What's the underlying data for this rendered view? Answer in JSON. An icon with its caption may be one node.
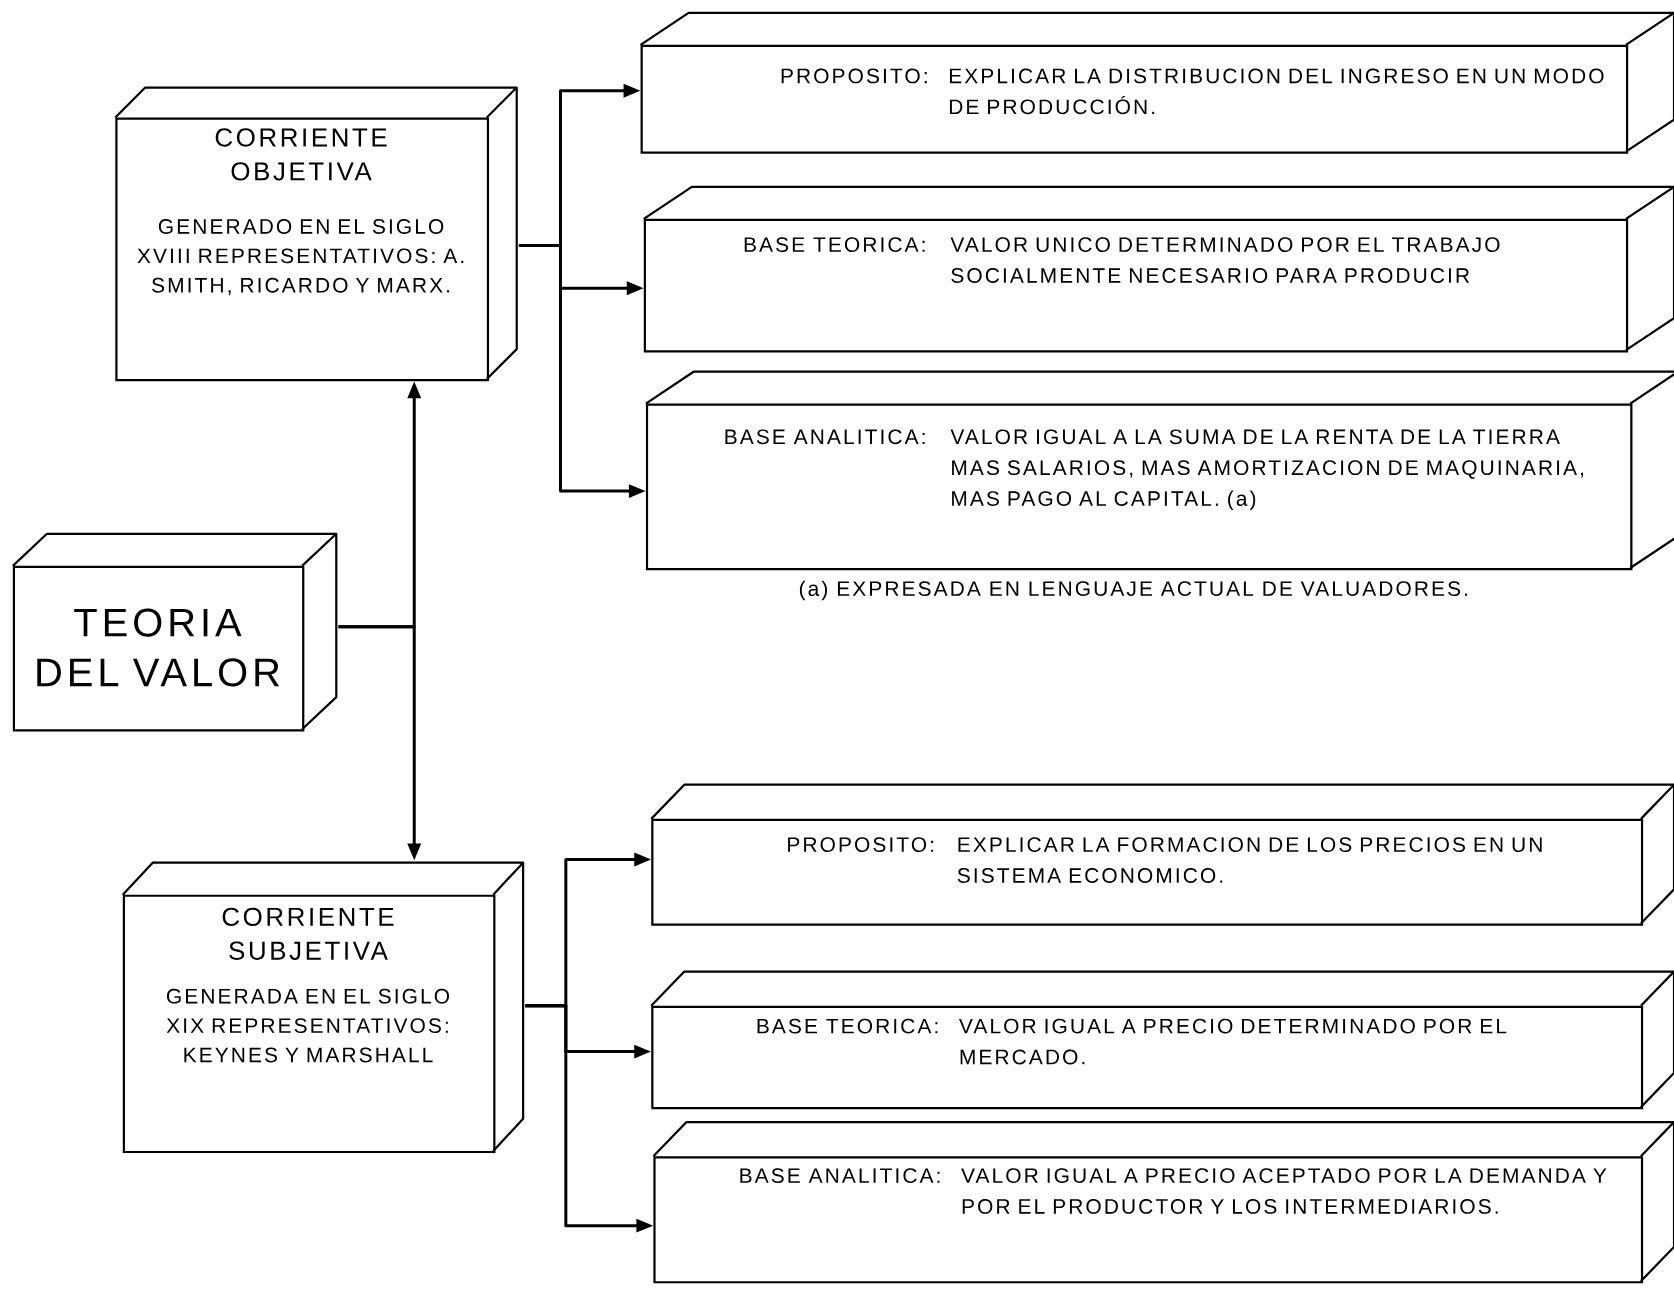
{
  "diagram": {
    "nodes": [
      {
        "text": [
          "TEORIA DEL VALOR"
        ]
      },
      {
        "text": [
          "CORRIENTE OBJETIVA",
          "GENERADO EN EL SIGLO XVIII REPRESENTATIVOS: A. SMITH, RICARDO Y MARX."
        ]
      },
      {
        "text": [
          "PROPOSITO:",
          "EXPLICAR LA DISTRIBUCION DEL INGRESO EN UN MODO DE PRODUCCIÓN."
        ]
      },
      {
        "text": [
          "BASE TEORICA:",
          "VALOR UNICO DETERMINADO POR EL TRABAJO SOCIALMENTE NECESARIO PARA PRODUCIR"
        ]
      },
      {
        "text": [
          "BASE ANALITICA:",
          "VALOR IGUAL A LA SUMA DE LA RENTA DE LA TIERRA MAS SALARIOS, MAS AMORTIZACION DE MAQUINARIA, MAS PAGO AL CAPITAL. (a)"
        ]
      },
      {
        "text": [
          "CORRIENTE SUBJETIVA",
          "GENERADA EN EL SIGLO XIX REPRESENTATIVOS: KEYNES Y MARSHALL"
        ]
      },
      {
        "text": [
          "PROPOSITO:",
          "EXPLICAR LA FORMACION DE LOS PRECIOS EN UN SISTEMA ECONOMICO."
        ]
      },
      {
        "text": [
          "BASE TEORICA:",
          "VALOR IGUAL A PRECIO DETERMINADO POR EL MERCADO."
        ]
      },
      {
        "text": [
          "BASE ANALITICA:",
          "VALOR IGUAL A PRECIO ACEPTADO POR LA DEMANDA Y POR EL PRODUCTOR Y LOS INTERMEDIARIOS."
        ]
      }
    ],
    "edges": [
      {
        "from": 0,
        "to": 1,
        "arrow": "to"
      },
      {
        "from": 0,
        "to": 5,
        "arrow": "to"
      },
      {
        "from": 1,
        "to": 2,
        "arrow": "to"
      },
      {
        "from": 1,
        "to": 3,
        "arrow": "to"
      },
      {
        "from": 1,
        "to": 4,
        "arrow": "to"
      },
      {
        "from": 5,
        "to": 6,
        "arrow": "to"
      },
      {
        "from": 5,
        "to": 7,
        "arrow": "to"
      },
      {
        "from": 5,
        "to": 8,
        "arrow": "to"
      }
    ],
    "labels": [
      "(a) EXPRESADA EN LENGUAJE ACTUAL DE VALUADORES."
    ]
  }
}
